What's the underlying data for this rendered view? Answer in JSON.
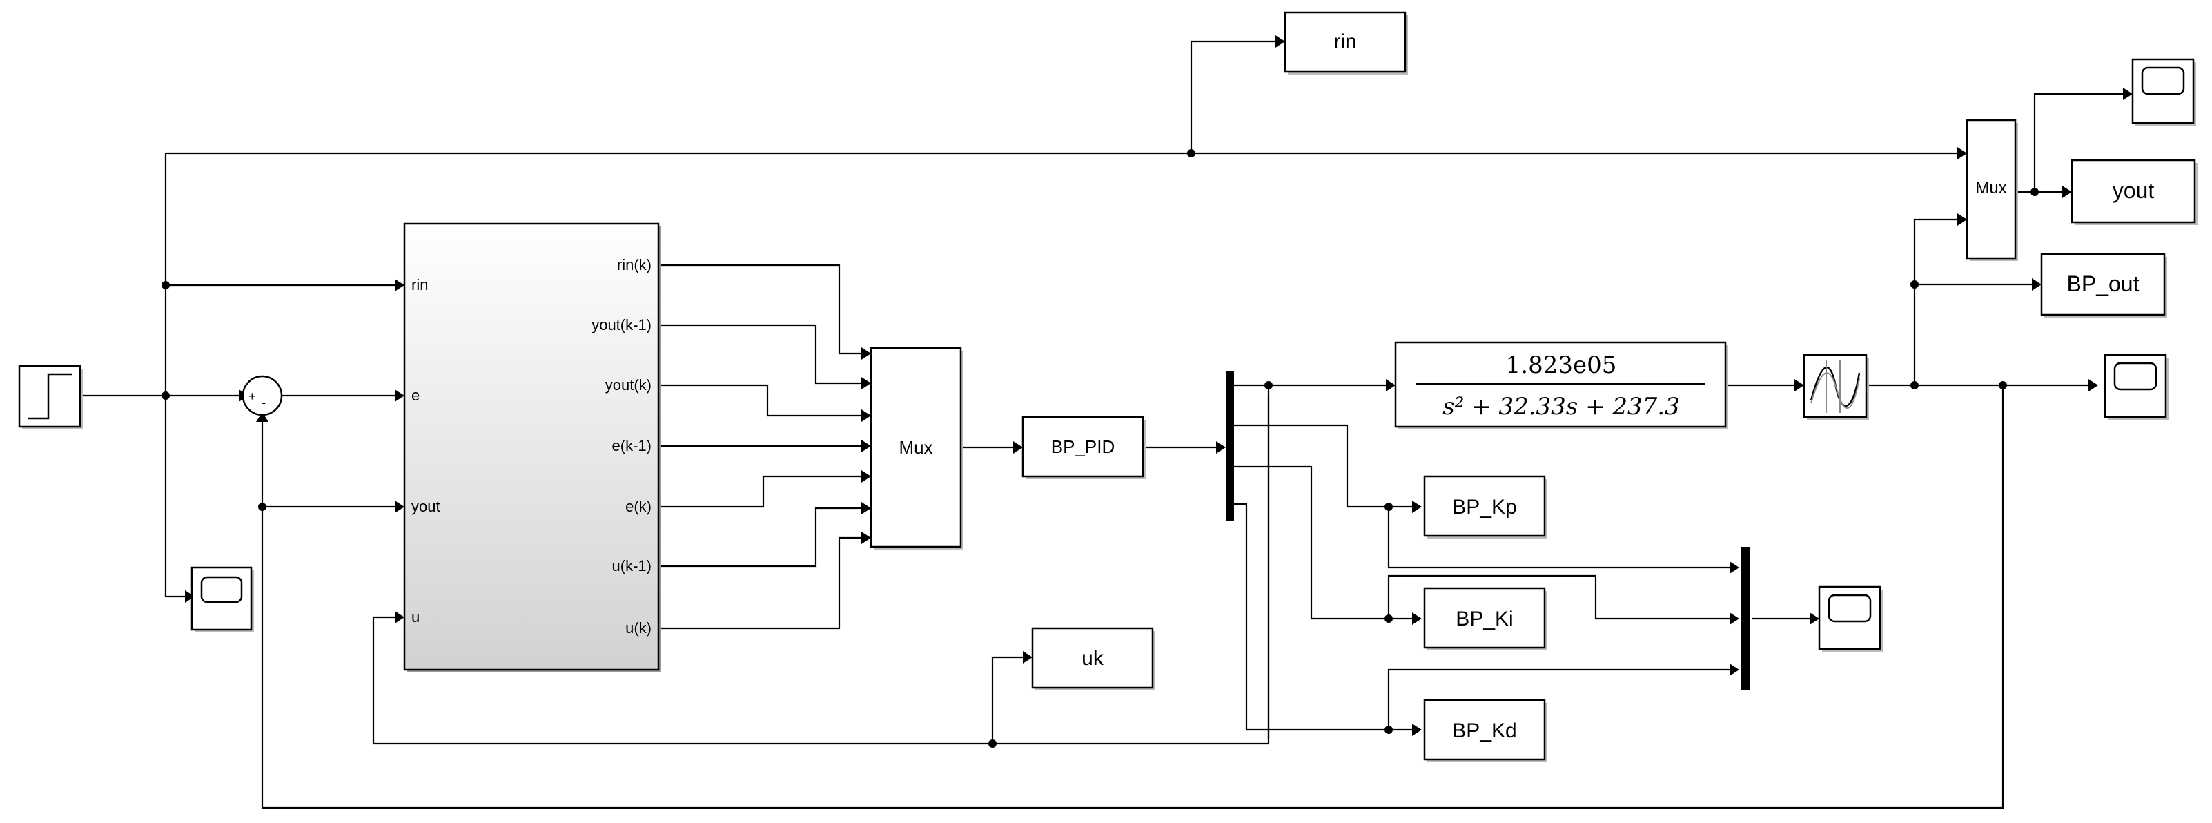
{
  "blocks": {
    "step_icon": "step-icon",
    "sum_signs": {
      "plus": "+",
      "minus": "-"
    },
    "nn_block": {
      "inputs": [
        "rin",
        "e",
        "yout",
        "u"
      ],
      "outputs": [
        "rin(k)",
        "yout(k-1)",
        "yout(k)",
        "e(k-1)",
        "e(k)",
        "u(k-1)",
        "u(k)"
      ]
    },
    "mux_center": "Mux",
    "mux_top": "Mux",
    "bp_pid": "BP_PID",
    "transfer_fn": {
      "numerator": "1.823e05",
      "denominator": "s² + 32.33s + 237.3"
    },
    "zoh_icon": "zero-order-hold-icon",
    "rin_out": "rin",
    "yout_out": "yout",
    "bp_out": "BP_out",
    "bp_kp": "BP_Kp",
    "bp_ki": "BP_Ki",
    "bp_kd": "BP_Kd",
    "uk_out": "uk",
    "scope_icon": "scope-icon"
  }
}
